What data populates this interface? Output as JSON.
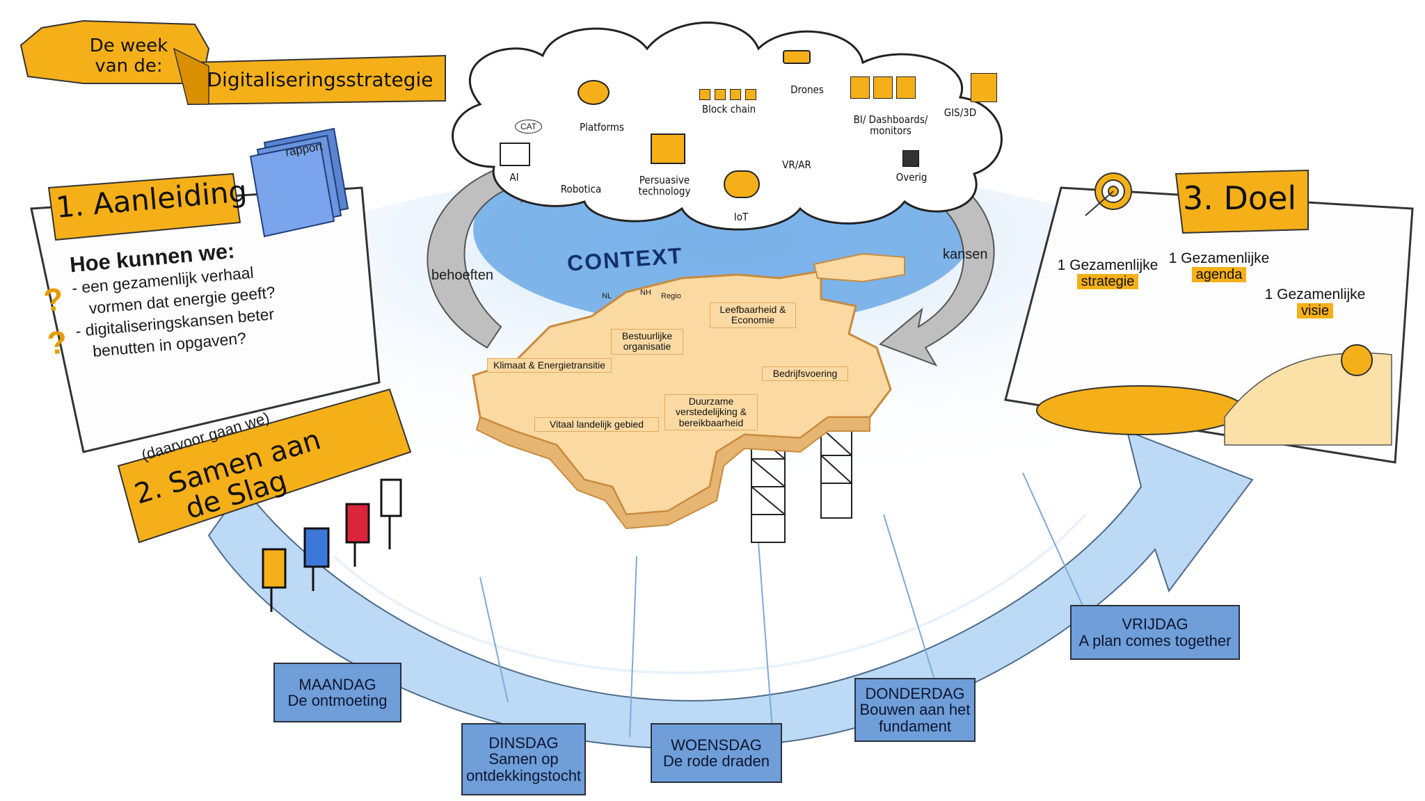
{
  "banner": {
    "line1": "De week",
    "line2": "van de:",
    "title": "Digitaliseringsstrategie"
  },
  "section1": {
    "heading": "1. Aanleiding",
    "document_label": "rapport",
    "question_intro": "Hoe kunnen we:",
    "question_lines": [
      "- een gezamenlijk verhaal",
      "vormen dat energie geeft?",
      "- digitaliseringskansen beter",
      "benutten in opgaven?"
    ],
    "question_mark": "?"
  },
  "section2": {
    "aside": "(daarvoor gaan we)",
    "heading_line1": "2. Samen aan",
    "heading_line2": "de Slag"
  },
  "section3": {
    "heading": "3. Doel",
    "goals": [
      {
        "prefix": "1 Gezamenlijke",
        "tag": "strategie"
      },
      {
        "prefix": "1 Gezamenlijke",
        "tag": "agenda"
      },
      {
        "prefix": "1 Gezamenlijke",
        "tag": "visie"
      }
    ]
  },
  "cloud_technologies": [
    "AI",
    "Platforms",
    "Robotica",
    "Persuasive technology",
    "Block chain",
    "Drones",
    "IoT",
    "VR/AR",
    "BI/ Dashboards/ monitors",
    "GIS/3D",
    "Overig"
  ],
  "cloud_icon_text": {
    "cat": "CAT"
  },
  "cycle": {
    "left_arrow": "behoeften",
    "right_arrow": "kansen"
  },
  "context": {
    "title": "CONTEXT",
    "themes": [
      "Leefbaarheid & Economie",
      "Bestuurlijke organisatie",
      "Klimaat & Energietransitie",
      "Bedrijfsvoering",
      "Duurzame verstedelijking & bereikbaarheid",
      "Vitaal landelijk gebied"
    ],
    "map_tags": [
      "NL",
      "NH",
      "Regio"
    ]
  },
  "days": [
    {
      "day": "MAANDAG",
      "subtitle": "De ontmoeting"
    },
    {
      "day": "DINSDAG",
      "subtitle": "Samen op ontdekkingstocht"
    },
    {
      "day": "WOENSDAG",
      "subtitle": "De rode draden"
    },
    {
      "day": "DONDERDAG",
      "subtitle": "Bouwen aan het fundament"
    },
    {
      "day": "VRIJDAG",
      "subtitle": "A plan comes together"
    }
  ],
  "colors": {
    "accent_yellow": "#f5b019",
    "path_blue": "#b9d7f5",
    "day_box_blue": "#6f9ed8",
    "map_orange": "#fad9a3",
    "flag_blue": "#3b78d8",
    "flag_red": "#d9263a"
  }
}
